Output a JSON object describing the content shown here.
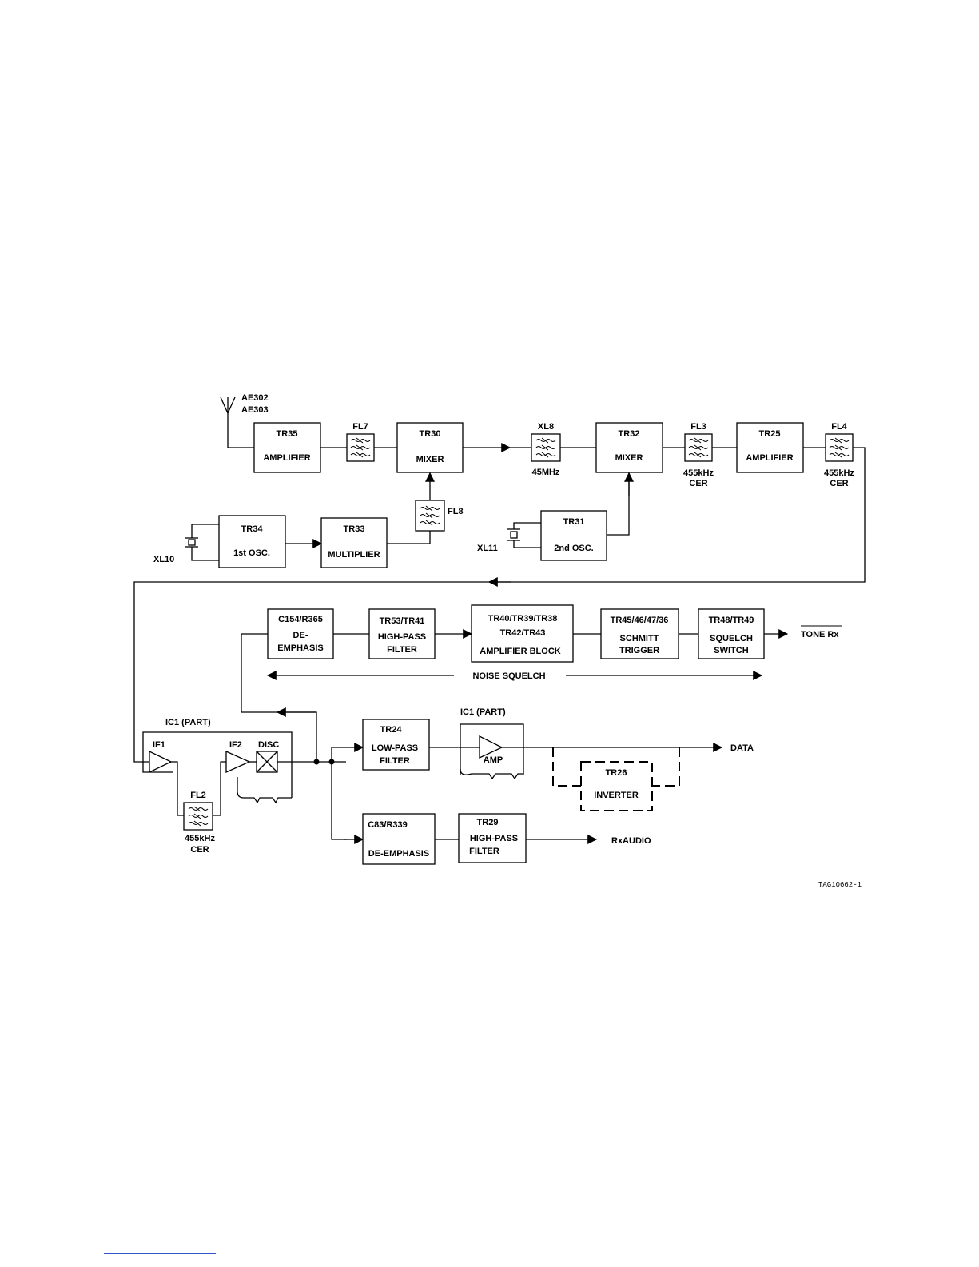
{
  "antenna": {
    "label1": "AE302",
    "label2": "AE303"
  },
  "blocks": {
    "tr35": {
      "ref": "TR35",
      "name": "AMPLIFIER"
    },
    "tr30": {
      "ref": "TR30",
      "name": "MIXER"
    },
    "tr32": {
      "ref": "TR32",
      "name": "MIXER"
    },
    "tr25": {
      "ref": "TR25",
      "name": "AMPLIFIER"
    },
    "tr34": {
      "ref": "TR34",
      "name": "1st OSC."
    },
    "tr33": {
      "ref": "TR33",
      "name": "MULTIPLIER"
    },
    "tr31": {
      "ref": "TR31",
      "name": "2nd OSC."
    },
    "c154": {
      "ref": "C154/R365",
      "name1": "DE-",
      "name2": "EMPHASIS"
    },
    "tr53": {
      "ref": "TR53/TR41",
      "name1": "HIGH-PASS",
      "name2": "FILTER"
    },
    "tr40": {
      "ref1": "TR40/TR39/TR38",
      "ref2": "TR42/TR43",
      "name": "AMPLIFIER BLOCK"
    },
    "tr45": {
      "ref": "TR45/46/47/36",
      "name1": "SCHMITT",
      "name2": "TRIGGER"
    },
    "tr48": {
      "ref": "TR48/TR49",
      "name1": "SQUELCH",
      "name2": "SWITCH"
    },
    "tr24": {
      "ref": "TR24",
      "name1": "LOW-PASS",
      "name2": "FILTER"
    },
    "tr26": {
      "ref": "TR26",
      "name": "INVERTER"
    },
    "c83": {
      "ref": "C83/R339",
      "name": "DE-EMPHASIS"
    },
    "tr29": {
      "ref": "TR29",
      "name1": "HIGH-PASS",
      "name2": "FILTER"
    }
  },
  "filters": {
    "fl7": {
      "ref": "FL7"
    },
    "xl8": {
      "ref": "XL8",
      "freq": "45MHz"
    },
    "fl3": {
      "ref": "FL3",
      "freq": "455kHz",
      "type": "CER"
    },
    "fl4": {
      "ref": "FL4",
      "freq": "455kHz",
      "type": "CER"
    },
    "fl8": {
      "ref": "FL8"
    },
    "fl2": {
      "ref": "FL2",
      "freq": "455kHz",
      "type": "CER"
    }
  },
  "crystals": {
    "xl10": "XL10",
    "xl11": "XL11"
  },
  "ic1": {
    "label": "IC1 (PART)",
    "if1": "IF1",
    "if2": "IF2",
    "disc": "DISC"
  },
  "ic1b": {
    "label": "IC1 (PART)",
    "amp": "AMP"
  },
  "noise_squelch": "NOISE SQUELCH",
  "outputs": {
    "tone": "TONE Rx",
    "data": "DATA",
    "audio": "RxAUDIO"
  },
  "figure_id": "TAG10662-1"
}
